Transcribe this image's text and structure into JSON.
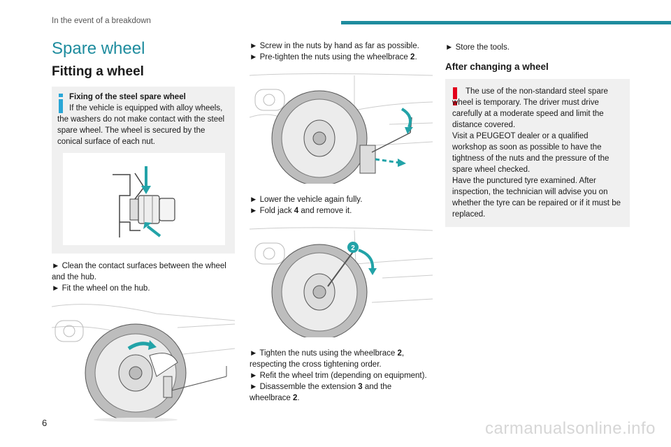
{
  "header": {
    "section": "In the event of a breakdown",
    "page_number": "6"
  },
  "watermark": "carmanualsonline.info",
  "colors": {
    "accent": "#1e8c9e",
    "warning": "#e2001a",
    "box_bg": "#f0f0f0"
  },
  "col1": {
    "title": "Spare wheel",
    "subtitle": "Fitting a wheel",
    "note": {
      "icon": "info-icon",
      "title": "Fixing of the steel spare wheel",
      "text": "If the vehicle is equipped with alloy wheels, the washers do not make contact with the steel spare wheel. The wheel is secured by the conical surface of each nut."
    },
    "steps": [
      "► Clean the contact surfaces between the wheel and the hub.",
      "► Fit the wheel on the hub."
    ]
  },
  "col2": {
    "steps_a": [
      {
        "pre": "► Screw in the nuts by hand as far as possible.",
        "bold": "",
        "post": ""
      },
      {
        "pre": "► Pre-tighten the nuts using the wheelbrace ",
        "bold": "2",
        "post": "."
      }
    ],
    "steps_b": [
      {
        "pre": "► Lower the vehicle again fully.",
        "bold": "",
        "post": ""
      },
      {
        "pre": "► Fold jack ",
        "bold": "4",
        "post": " and remove it."
      }
    ],
    "figure2_callout": "2",
    "steps_c": [
      {
        "pre": "► Tighten the nuts using the wheelbrace ",
        "bold": "2",
        "post": ", respecting the cross tightening order."
      },
      {
        "pre": "► Refit the wheel trim (depending on equipment).",
        "bold": "",
        "post": ""
      },
      {
        "pre": "► Disassemble the extension ",
        "bold": "3",
        "post": " and the wheelbrace "
      },
      {
        "pre": "",
        "bold": "2",
        "post": "."
      }
    ]
  },
  "col3": {
    "step": "► Store the tools.",
    "section_title": "After changing a wheel",
    "warning": {
      "icon": "warning-icon",
      "text": "The use of the non-standard steel spare wheel is temporary. The driver must drive carefully at a moderate speed and limit the distance covered.",
      "text2": "Visit a PEUGEOT dealer or a qualified workshop as soon as possible to have the tightness of the nuts and the pressure of the spare wheel checked.",
      "text3": "Have the punctured tyre examined. After inspection, the technician will advise you on whether the tyre can be repaired or if it must be replaced."
    }
  }
}
